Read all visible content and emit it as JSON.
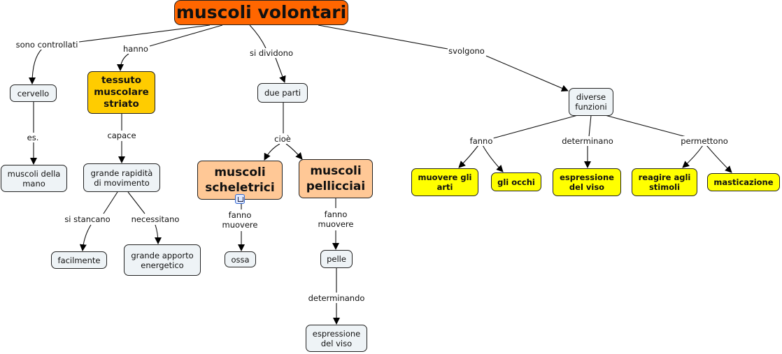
{
  "nodes": {
    "root": "muscoli volontari",
    "cervello": "cervello",
    "mano": "muscoli della\nmano",
    "tessuto": "tessuto\nmuscolare\nstriato",
    "rapidita": "grande rapidità\ndi movimento",
    "facilmente": "facilmente",
    "apporto": "grande apporto\nenergetico",
    "due_parti": "due parti",
    "scheletrici": "muscoli\nscheletrici",
    "pellicciai": "muscoli\npellicciai",
    "ossa": "ossa",
    "pelle": "pelle",
    "espressione_bottom": "espressione\ndel viso",
    "diverse_funzioni": "diverse\nfunzioni",
    "muovere_arti": "muovere gli\narti",
    "occhi": "gli occhi",
    "espressione_viso": "espressione\ndel viso",
    "reagire": "reagire agli\nstimoli",
    "masticazione": "masticazione"
  },
  "links": {
    "sono_controllati": "sono controllati",
    "hanno": "hanno",
    "si_dividono": "si dividono",
    "svolgono": "svolgono",
    "es": "es.",
    "capace": "capace",
    "cioe": "cioè",
    "si_stancano": "si stancano",
    "necessitano": "necessitano",
    "fanno_muovere_1": "fanno\nmuovere",
    "fanno_muovere_2": "fanno\nmuovere",
    "determinando": "determinando",
    "fanno": "fanno",
    "determinano": "determinano",
    "permettono": "permettono"
  },
  "colors": {
    "root": "#ff6600",
    "tessuto": "#ffcc00",
    "muscoli_types": "#ffc896",
    "functions": "#ffff00",
    "default_concept": "#eef3f6"
  },
  "icons": {
    "submap": "submap-icon"
  }
}
